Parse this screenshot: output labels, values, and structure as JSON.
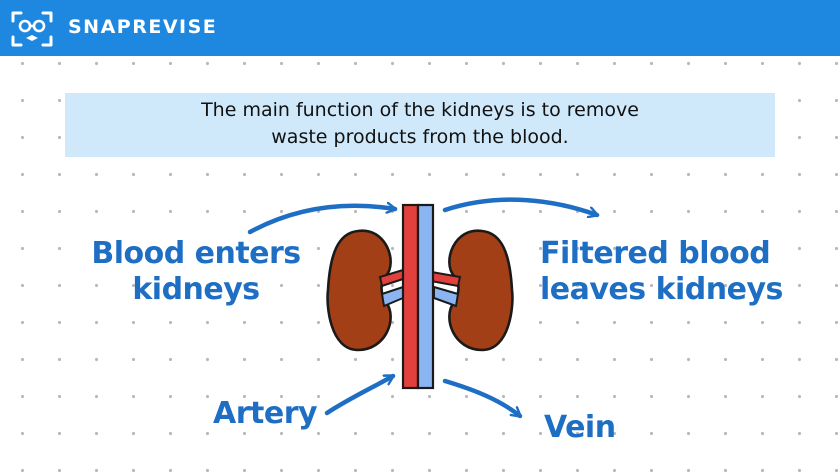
{
  "header": {
    "brand": "SNAPREVISE",
    "logo_icon": "owl-face-icon",
    "background_color": "#1e88e0"
  },
  "info": {
    "line1": "The main function of the kidneys is to remove",
    "line2": "waste products from the blood.",
    "background_color": "#cfe9fb"
  },
  "diagram": {
    "labels": {
      "blood_enters_line1": "Blood enters",
      "blood_enters_line2": "kidneys",
      "filtered_line1": "Filtered blood",
      "filtered_line2": "leaves kidneys",
      "artery": "Artery",
      "vein": "Vein"
    },
    "colors": {
      "label": "#1e6fc4",
      "artery": "#e2403d",
      "vein": "#8ab4f2",
      "kidney": "#a33f16",
      "outline": "#1a1a1a"
    }
  }
}
